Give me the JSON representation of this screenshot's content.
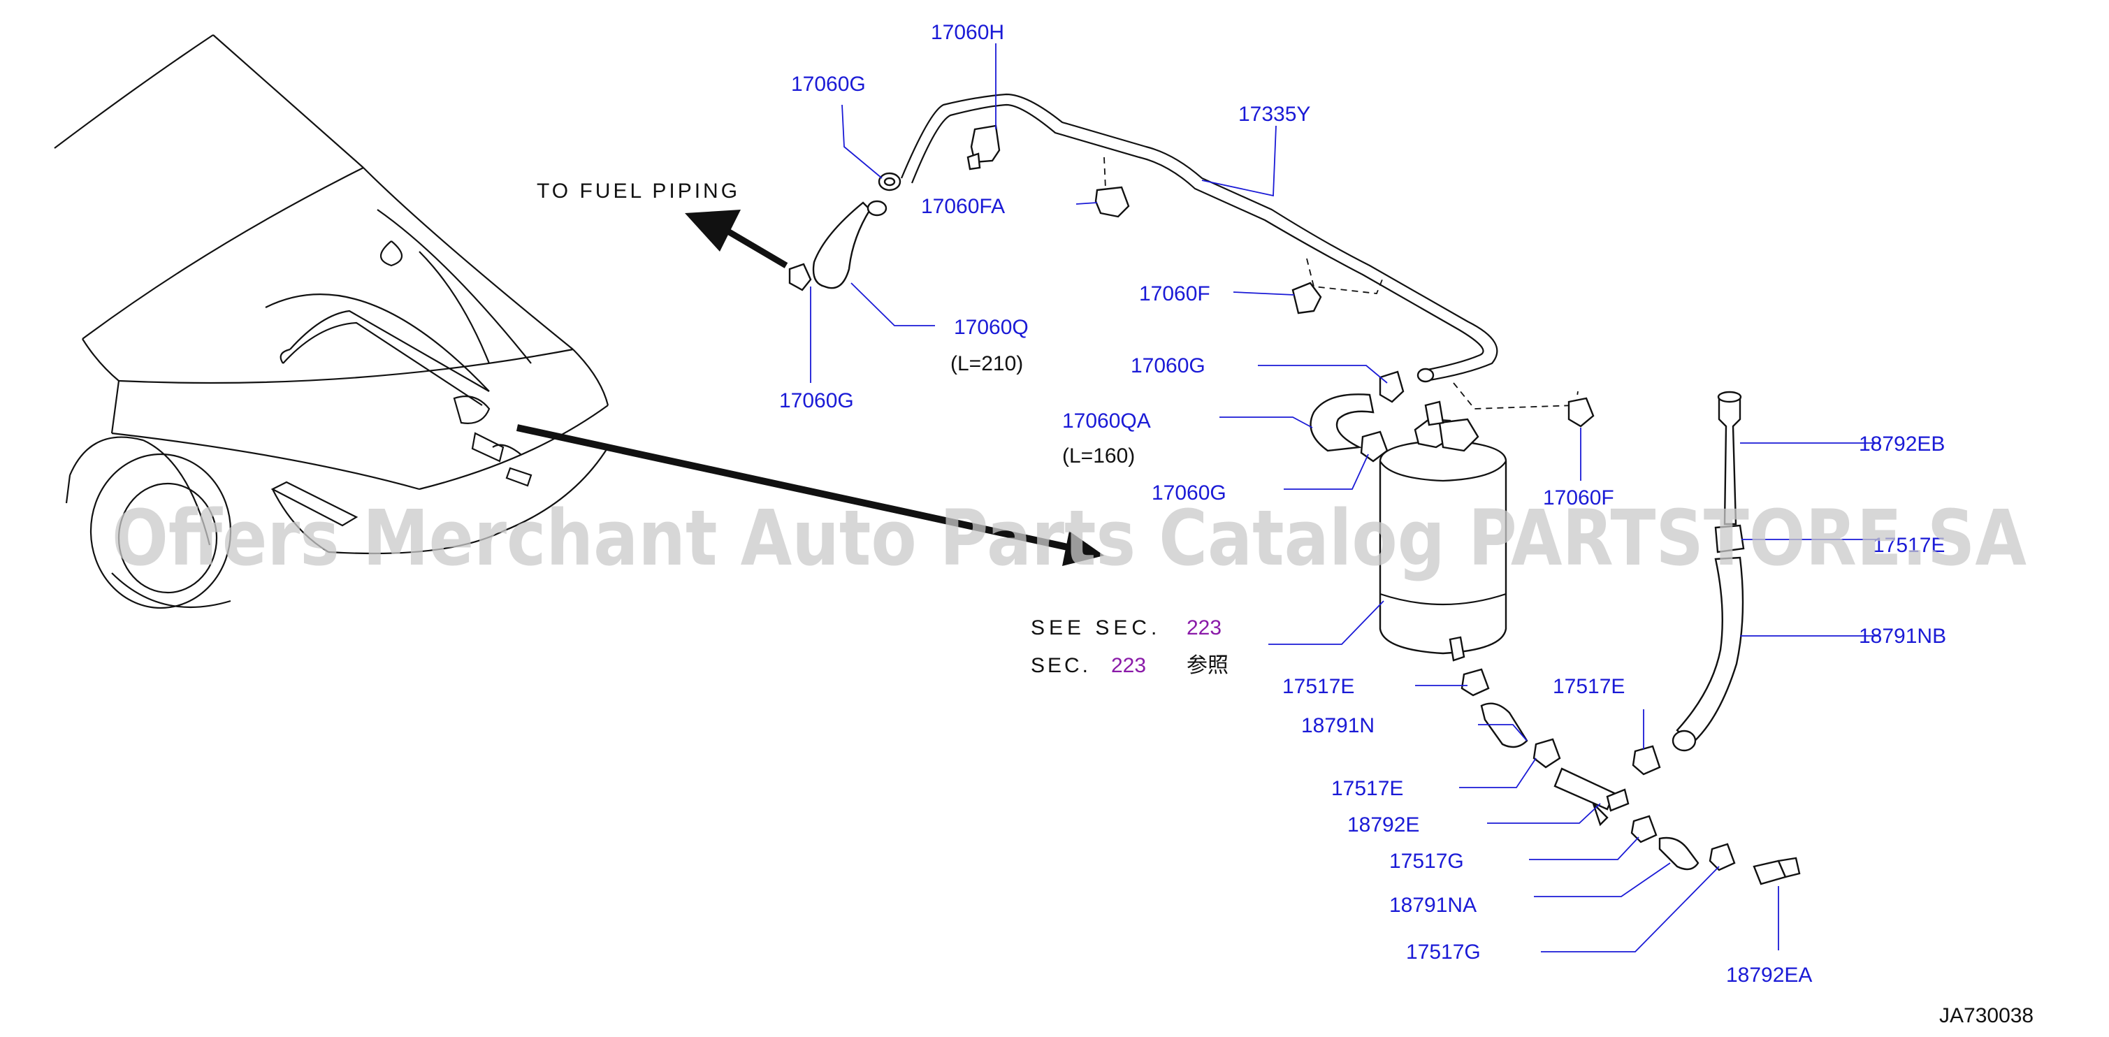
{
  "diagram": {
    "note_fuel_piping": "TO FUEL PIPING",
    "see_sec_prefix": "SEE SEC.",
    "see_sec_number": "223",
    "sec_prefix_jp": "SEC.",
    "sec_number_jp": "223",
    "sec_suffix_jp": "参照",
    "figure_code": "JA730038",
    "watermark": "Offers Merchant Auto Parts Catalog PARTSTORE.SA",
    "labels": {
      "p17060H": "17060H",
      "p17060G_top": "17060G",
      "p17335Y": "17335Y",
      "p17060FA": "17060FA",
      "p17060F_upper": "17060F",
      "p17060Q": "17060Q",
      "p17060Q_len": "(L=210)",
      "p17060G_left": "17060G",
      "p17060G_mid": "17060G",
      "p17060QA": "17060QA",
      "p17060QA_len": "(L=160)",
      "p17060G_low": "17060G",
      "p17060F_lower": "17060F",
      "p18792EB": "18792EB",
      "p17517E_right_partial": "17517E",
      "p18791NB": "18791NB",
      "p17517E_a": "17517E",
      "p17517E_b": "17517E",
      "p18791N": "18791N",
      "p17517E_c": "17517E",
      "p18792E": "18792E",
      "p17517G_a": "17517G",
      "p18791NA": "18791NA",
      "p17517G_b": "17517G",
      "p18792EA": "18792EA"
    }
  }
}
